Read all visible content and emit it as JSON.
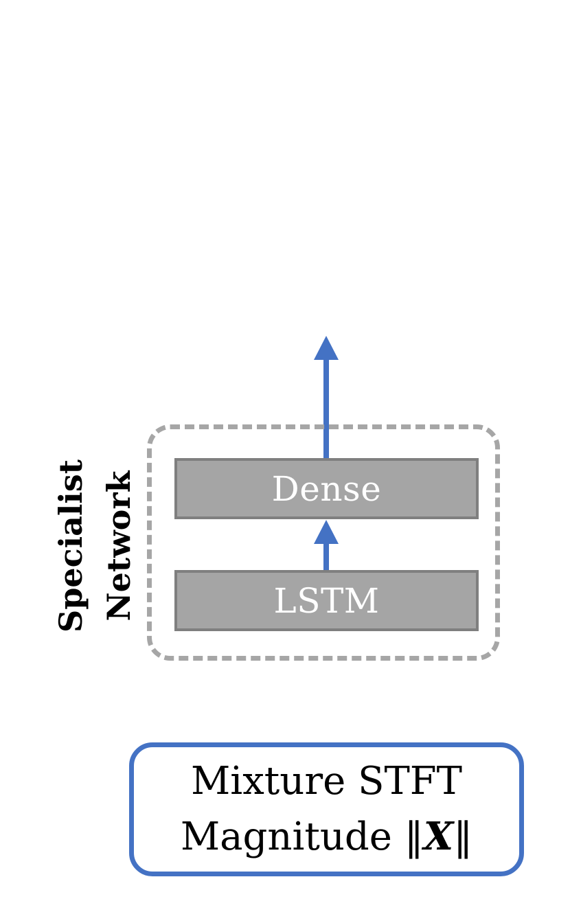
{
  "network_label": {
    "line1": "Specialist",
    "line2": "Network"
  },
  "layers": {
    "dense": "Dense",
    "lstm": "LSTM"
  },
  "input": {
    "line1": "Mixture STFT",
    "line2_prefix": "Magnitude ",
    "norm_left": "‖",
    "norm_var": "X",
    "norm_right": "‖"
  },
  "colors": {
    "accent_blue": "#4472c4",
    "layer_fill": "#a5a5a5",
    "layer_border": "#7f7f7f",
    "group_border": "#a6a6a6"
  }
}
